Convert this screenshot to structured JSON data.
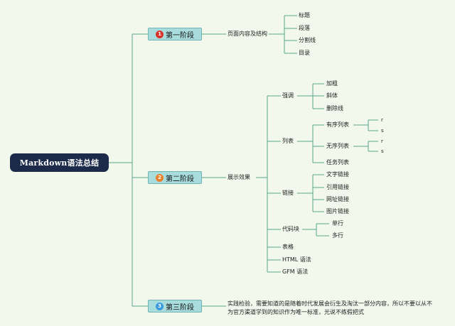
{
  "root": {
    "label": "Markdown语法总结"
  },
  "stage1": {
    "badge": "1",
    "badge_color": "#d9342b",
    "label": "第一阶段",
    "topic": "页面内容及结构",
    "children": [
      "标题",
      "段落",
      "分割线",
      "目录"
    ]
  },
  "stage2": {
    "badge": "2",
    "badge_color": "#e8822d",
    "label": "第二阶段",
    "topic": "展示效果",
    "emphasis": {
      "label": "强调",
      "children": [
        "加粗",
        "斜体",
        "删除线"
      ]
    },
    "list": {
      "label": "列表",
      "ordered": {
        "label": "有序列表",
        "children": [
          "r",
          "s"
        ]
      },
      "unordered": {
        "label": "无序列表",
        "children": [
          "r",
          "s"
        ]
      },
      "task": "任务列表"
    },
    "link": {
      "label": "链接",
      "children": [
        "文字链接",
        "引用链接",
        "网址链接",
        "图片链接"
      ]
    },
    "code": {
      "label": "代码块",
      "children": [
        "单行",
        "多行"
      ]
    },
    "table": "表格",
    "html": "HTML 语法",
    "gfm": "GFM 语法"
  },
  "stage3": {
    "badge": "3",
    "badge_color": "#3b9ad9",
    "label": "第三阶段",
    "text": "实践检验，需要知道的是随着时代发展会衍生及淘汰一部分内容，所以不要以从不为官方渠道学到的知识作为唯一标准，光说不练假把式"
  },
  "colors": {
    "line": "#5aa88a",
    "root_bg": "#1c2b4a",
    "stage_bg": "#a9dcdd",
    "background": "#f2f8ec"
  }
}
